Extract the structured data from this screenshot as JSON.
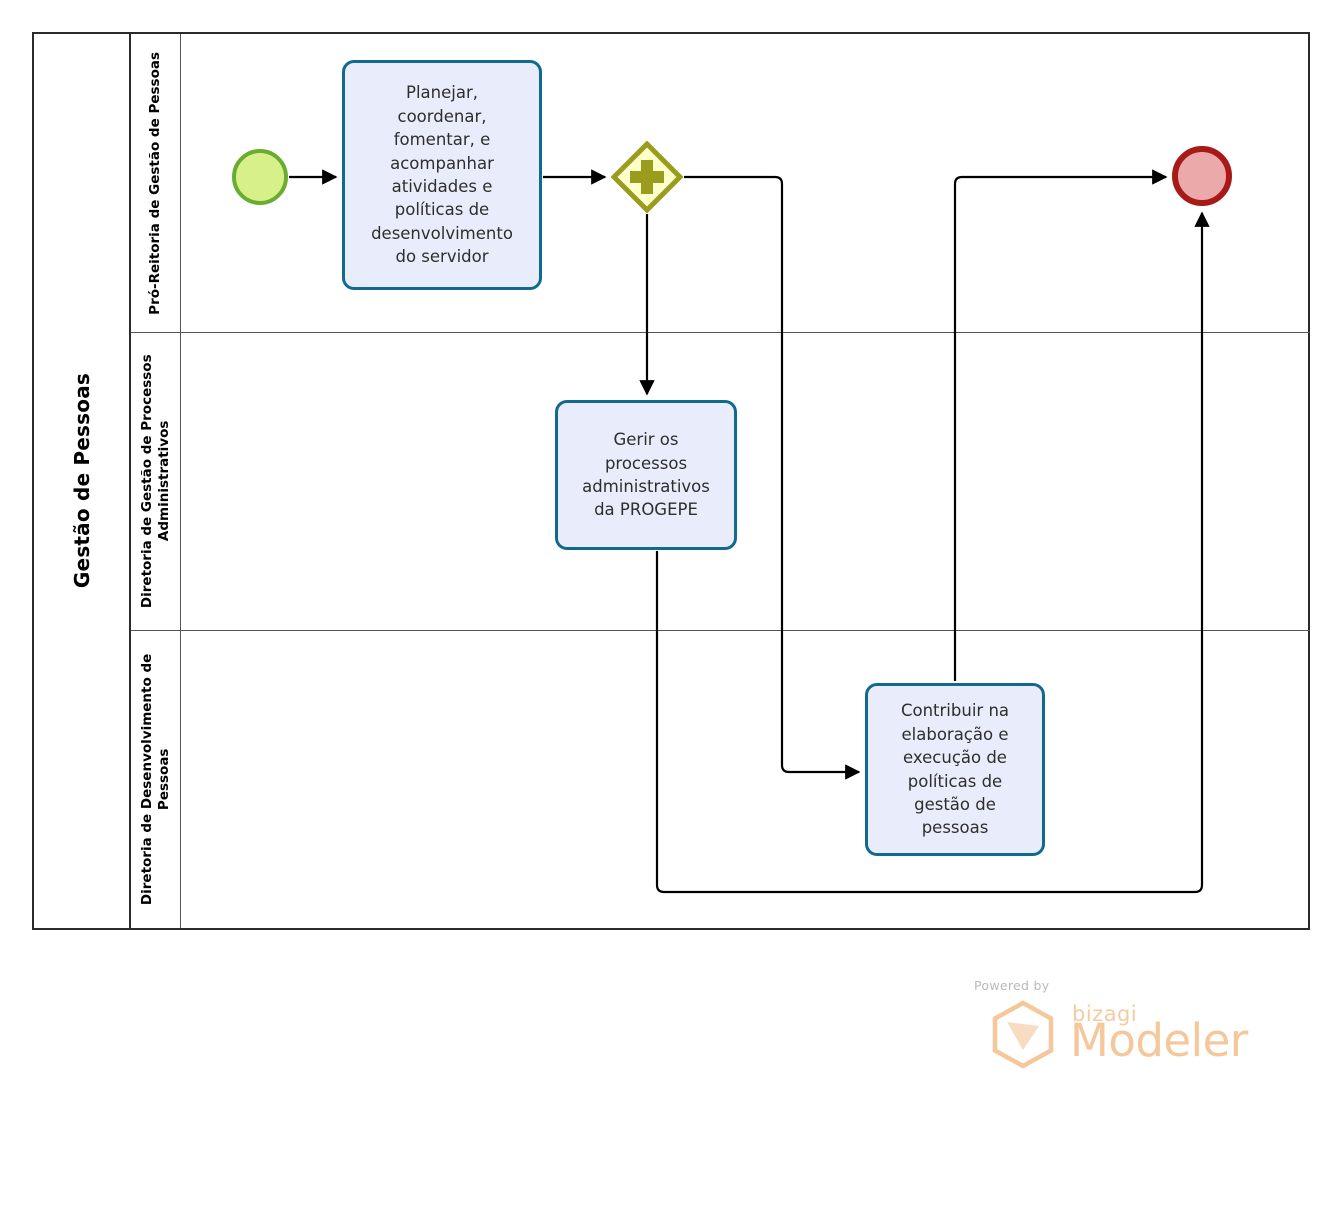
{
  "diagram": {
    "type": "bpmn-process",
    "pool": {
      "name": "Gestão de Pessoas"
    },
    "lanes": [
      {
        "id": "lane-pro-reitoria",
        "label": "Pró-Reitoria de Gestão de Pessoas"
      },
      {
        "id": "lane-diretoria-processos",
        "label": "Diretoria de Gestão de Processos Administrativos"
      },
      {
        "id": "lane-diretoria-desenvolvimento",
        "label": "Diretoria de Desenvolvimento de Pessoas"
      }
    ],
    "nodes": {
      "start_event": {
        "name": "start-event",
        "lane": "lane-pro-reitoria",
        "label": ""
      },
      "task_planejar": {
        "name": "task-planejar",
        "lane": "lane-pro-reitoria",
        "label": "Planejar,\ncoordenar,\nfomentar, e\nacompanhar\natividades e\npolíticas de\ndesenvolvimento\ndo servidor"
      },
      "gateway_parallel": {
        "name": "parallel-gateway",
        "lane": "lane-pro-reitoria",
        "symbol": "+",
        "label": ""
      },
      "task_gerir": {
        "name": "task-gerir",
        "lane": "lane-diretoria-processos",
        "label": "Gerir os\nprocessos\nadministrativos\nda PROGEPE"
      },
      "task_contribuir": {
        "name": "task-contribuir",
        "lane": "lane-diretoria-desenvolvimento",
        "label": "Contribuir na\nelaboração e\nexecução de\npolíticas de\ngestão de\npessoas"
      },
      "end_event": {
        "name": "end-event",
        "lane": "lane-pro-reitoria",
        "label": ""
      }
    },
    "colors": {
      "start_fill": "#d7f08a",
      "start_stroke": "#6aac2f",
      "end_fill": "#eba9a9",
      "end_stroke": "#a81919",
      "gateway_fill": "#ffffcc",
      "gateway_stroke": "#9a9c1e",
      "task_fill": "#e9edfb",
      "task_stroke": "#11698e",
      "pool_stroke": "#2b2b2b",
      "lane_stroke": "#555555",
      "connector": "#000000",
      "watermark": "#f5c79b"
    }
  },
  "watermark": {
    "powered_by": "Powered by",
    "brand": "bizagi",
    "product": "Modeler"
  }
}
